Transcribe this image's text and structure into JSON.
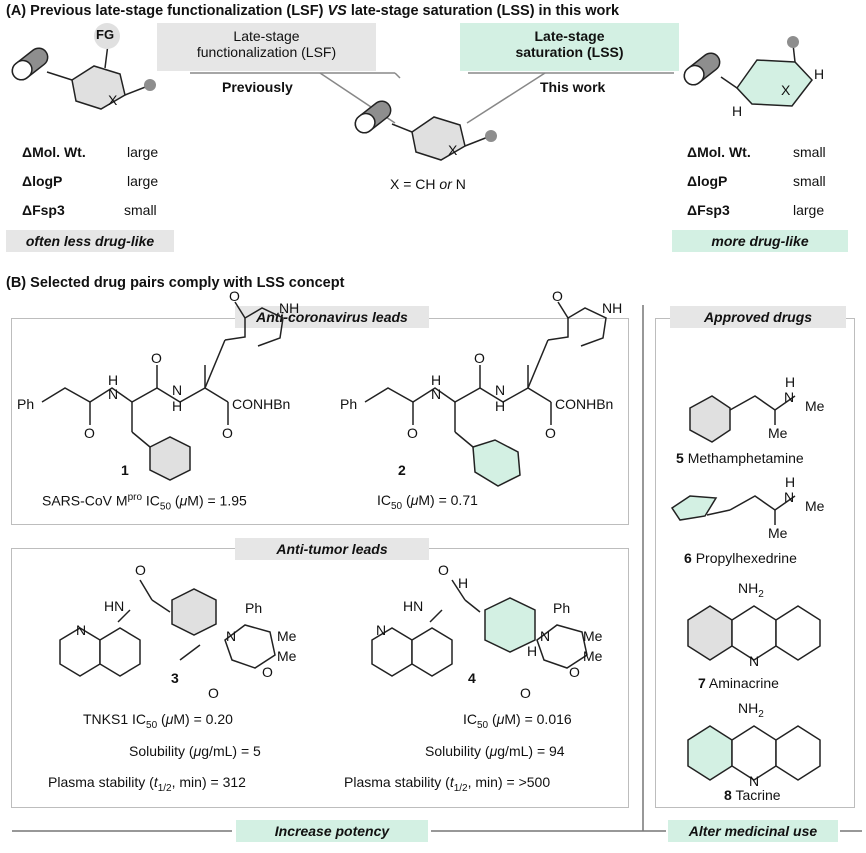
{
  "section_a": {
    "header": "(A) Previous late-stage functionalization (LSF) ",
    "header_vs": "VS",
    "header_tail": " late-stage saturation (LSS) in this work",
    "lsf_box_line1": "Late-stage",
    "lsf_box_line2": "functionalization (LSF)",
    "lss_box_line1": "Late-stage",
    "lss_box_line2": "saturation (LSS)",
    "previously": "Previously",
    "this_work": "This work",
    "fg": "FG",
    "x_atom": "X",
    "x_def_pre": "X = CH ",
    "x_def_or": "or",
    "x_def_post": " N",
    "h_atom": "H",
    "left_props": [
      {
        "label": "ΔMol. Wt.",
        "value": "large"
      },
      {
        "label": "ΔlogP",
        "value": "large"
      },
      {
        "label": "ΔFsp3",
        "value": "small"
      }
    ],
    "right_props": [
      {
        "label": "ΔMol. Wt.",
        "value": "small"
      },
      {
        "label": "ΔlogP",
        "value": "small"
      },
      {
        "label": "ΔFsp3",
        "value": "large"
      }
    ],
    "left_verdict": "often less drug-like",
    "right_verdict": "more drug-like"
  },
  "section_b": {
    "header": "(B) Selected drug pairs comply with LSS concept",
    "antiviral_title": "Anti-coronavirus leads",
    "antitumor_title": "Anti-tumor leads",
    "approved_title": "Approved drugs",
    "ph": "Ph",
    "nh": "NH",
    "hn": "HN",
    "h": "H",
    "n": "N",
    "o": "O",
    "me": "Me",
    "conhbn": "CONHBn",
    "cpd1": "1",
    "cpd2": "2",
    "cpd3": "3",
    "cpd4": "4",
    "cpd1_ic50_a": "SARS-CoV M",
    "cpd1_ic50_sup": "pro",
    "cpd1_ic50_b": " IC",
    "cpd1_ic50_c": " (",
    "cpd1_ic50_d": "M) = 1.95",
    "cpd2_ic50_d": "M) = 0.71",
    "ic": "IC",
    "sub50": "50",
    "mu": "μ",
    "cpd3_tnks": "TNKS1 IC",
    "cpd3_ic50_d": "M) = 0.20",
    "cpd4_ic50_d": "M) = 0.016",
    "sol_a": "Solubility (",
    "sol_b": "g/mL) = 5",
    "sol_b4": "g/mL) = 94",
    "plasma_a": "Plasma stability (",
    "plasma_t": "t",
    "plasma_sub": "1/2",
    "plasma_b": ", min) = 312",
    "plasma_b4": ", min) = >500",
    "drugs": [
      {
        "num": "5",
        "name": "Methamphetamine"
      },
      {
        "num": "6",
        "name": "Propylhexedrine"
      },
      {
        "num": "7",
        "name": "Aminacrine"
      },
      {
        "num": "8",
        "name": "Tacrine"
      }
    ],
    "nh2": "NH",
    "nh2_sub": "2",
    "footer_left": "Increase potency",
    "footer_right": "Alter medicinal use"
  },
  "colors": {
    "mint": "#d3f0e3",
    "gray_box": "#e6e6e6",
    "capsule_gray": "#8e8e8e",
    "frame": "#bdbdbd"
  }
}
